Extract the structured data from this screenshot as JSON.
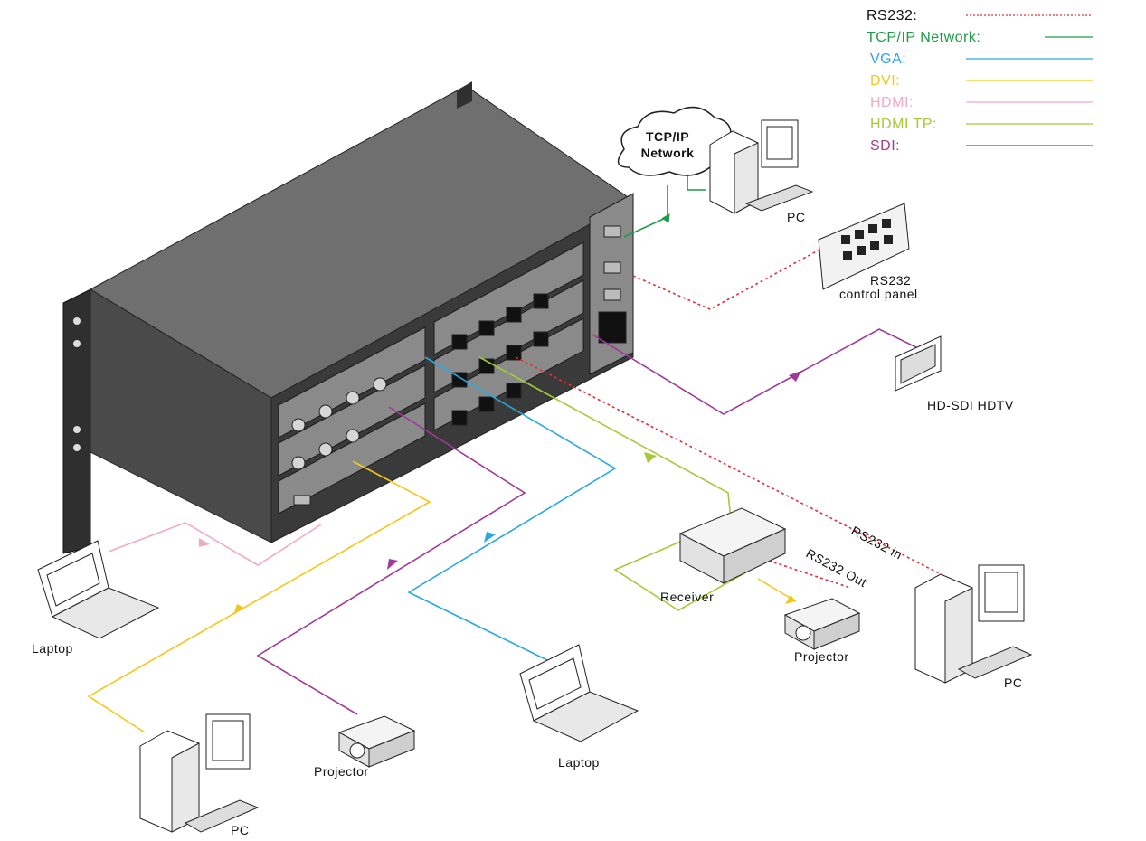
{
  "legend": [
    {
      "label": "RS232:",
      "color": "#e0303a",
      "dashed": true
    },
    {
      "label": "TCP/IP Network:",
      "color": "#1f9a48",
      "dashed": false
    },
    {
      "label": "VGA:",
      "color": "#2aa8e0",
      "dashed": false
    },
    {
      "label": "DVI:",
      "color": "#f3c81a",
      "dashed": false
    },
    {
      "label": "HDMI:",
      "color": "#f2a9c4",
      "dashed": false
    },
    {
      "label": "HDMI TP:",
      "color": "#a6c83a",
      "dashed": false
    },
    {
      "label": "SDI:",
      "color": "#a03a96",
      "dashed": false
    }
  ],
  "cloud": {
    "line1": "TCP/IP",
    "line2": "Network"
  },
  "labels": {
    "pc_top": "PC",
    "control_panel_1": "RS232",
    "control_panel_2": "control panel",
    "hdtv": "HD-SDI HDTV",
    "rs232_in": "RS232 in",
    "rs232_out": "RS232 Out",
    "receiver": "Receiver",
    "projector_right": "Projector",
    "pc_right": "PC",
    "laptop_left": "Laptop",
    "pc_bottom": "PC",
    "projector_bottom": "Projector",
    "laptop_bottom": "Laptop"
  },
  "colors": {
    "chassis_top": "#6f6f6f",
    "chassis_side": "#4a4a4a",
    "chassis_front": "#3c3c3c",
    "panel_card": "#8a8a8a"
  }
}
